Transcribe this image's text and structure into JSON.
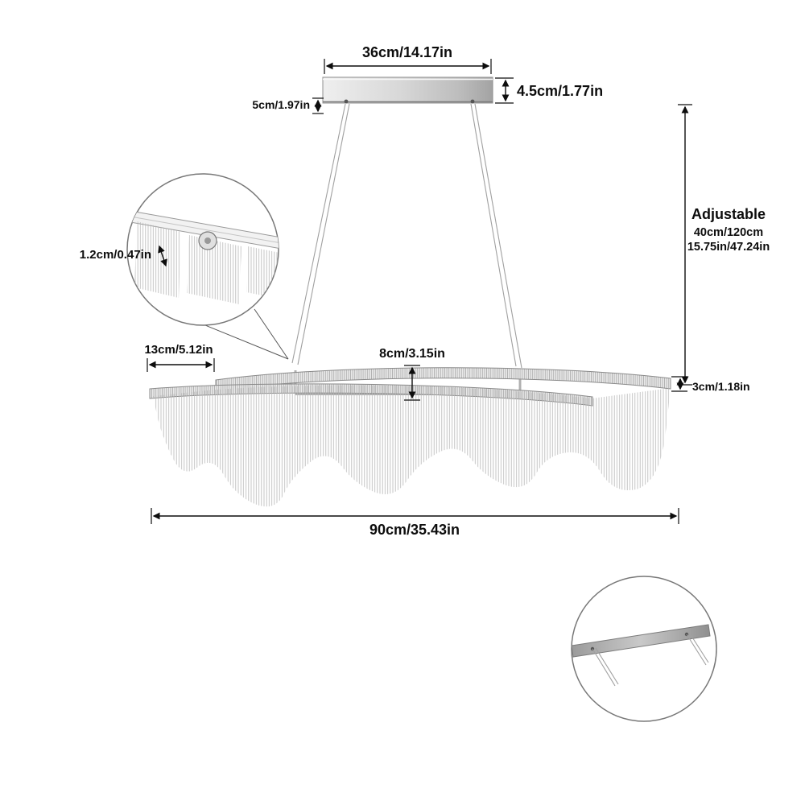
{
  "colors": {
    "dimension_text": "#0d0d0d",
    "metal_light": "#ededed",
    "metal_dark": "#8f8f8f",
    "wire": "#a0a0a0"
  },
  "diagram": {
    "labels": {
      "canopy_width": "36cm/14.17in",
      "canopy_height": "4.5cm/1.77in",
      "drop_offset": "5cm/1.97in",
      "adjustable_title": "Adjustable",
      "adjustable_range_cm": "40cm/120cm",
      "adjustable_range_in": "15.75in/47.24in",
      "chain_thickness": "1.2cm/0.47in",
      "left_overhang": "13cm/5.12in",
      "ring_gap": "8cm/3.15in",
      "ring_height": "3cm/1.18in",
      "total_width": "90cm/35.43in"
    }
  }
}
